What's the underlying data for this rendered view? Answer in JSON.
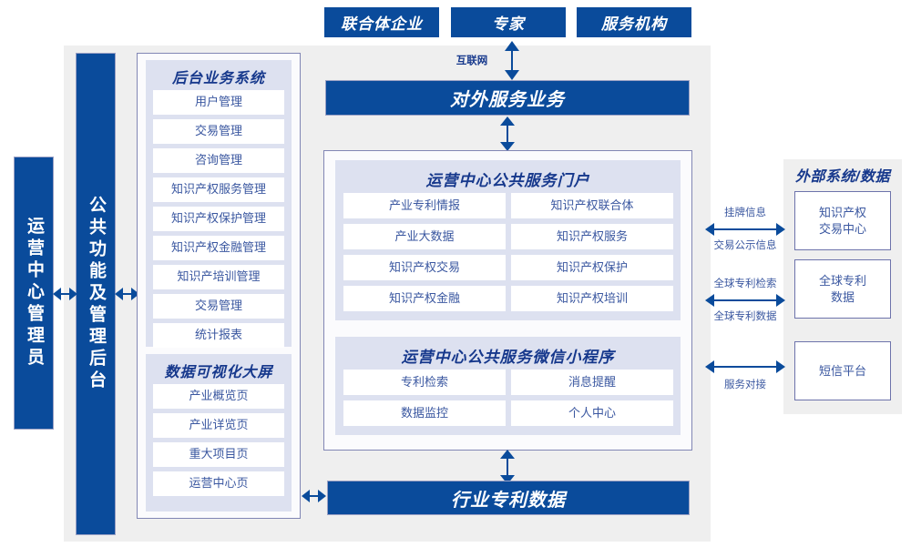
{
  "colors": {
    "brand_blue": "#0a4b9b",
    "panel_border": "#8186b4",
    "group_bg": "#dde1f0",
    "stage_bg": "#efefef",
    "item_text": "#3a57a0",
    "title_text": "#16388c"
  },
  "top_actors": [
    {
      "label": "联合体企业"
    },
    {
      "label": "专家"
    },
    {
      "label": "服务机构"
    }
  ],
  "connectors": {
    "internet": "互联网",
    "right": [
      {
        "top": "挂牌信息",
        "bottom": "交易公示信息"
      },
      {
        "top": "全球专利检索",
        "bottom": "全球专利数据"
      },
      {
        "top": "",
        "bottom": "服务对接"
      }
    ]
  },
  "external_service_bar": {
    "label": "对外服务业务"
  },
  "bottom_bar": {
    "label": "行业专利数据"
  },
  "left_bars": {
    "admin": "运营中心管理员",
    "common": "公共功能及管理后台"
  },
  "backend": {
    "title": "后台业务系统",
    "items": [
      "用户管理",
      "交易管理",
      "咨询管理",
      "知识产权服务管理",
      "知识产权保护管理",
      "知识产权金融管理",
      "知识产培训管理",
      "交易管理",
      "统计报表"
    ]
  },
  "dataviz": {
    "title": "数据可视化大屏",
    "items": [
      "产业概览页",
      "产业详览页",
      "重大项目页",
      "运营中心页"
    ]
  },
  "portal": {
    "title": "运营中心公共服务门户",
    "items": [
      "产业专利情报",
      "知识产权联合体",
      "产业大数据",
      "知识产权服务",
      "知识产权交易",
      "知识产权保护",
      "知识产权金融",
      "知识产权培训"
    ]
  },
  "miniprogram": {
    "title": "运营中心公共服务微信小程序",
    "items": [
      "专利检索",
      "消息提醒",
      "数据监控",
      "个人中心"
    ]
  },
  "external": {
    "title": "外部系统/数据",
    "items": [
      "知识产权\n交易中心",
      "全球专利\n数据",
      "短信平台"
    ]
  }
}
